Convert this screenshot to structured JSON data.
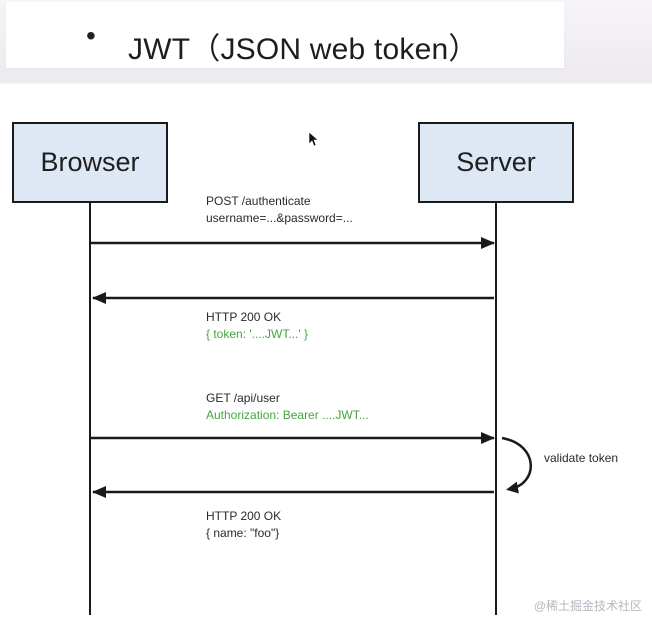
{
  "header": {
    "bullet": "•",
    "title": "JWT（JSON web token）"
  },
  "actors": {
    "browser": "Browser",
    "server": "Server"
  },
  "messages": [
    {
      "line1": "POST /authenticate",
      "line2": "username=...&password=..."
    },
    {
      "line1": "HTTP 200 OK",
      "line2": "{ token: '....JWT...' }"
    },
    {
      "line1": "GET /api/user",
      "line2": "Authorization: Bearer ....JWT..."
    },
    {
      "line1": "HTTP 200 OK",
      "line2": "{ name: \"foo\"}"
    }
  ],
  "note": "validate token",
  "watermark": "@稀土掘金技术社区",
  "colors": {
    "actor_fill": "#dde8f4",
    "green_text": "#45a63f",
    "line": "#1a1a1a"
  },
  "icons": [
    "mouse-cursor-icon"
  ]
}
